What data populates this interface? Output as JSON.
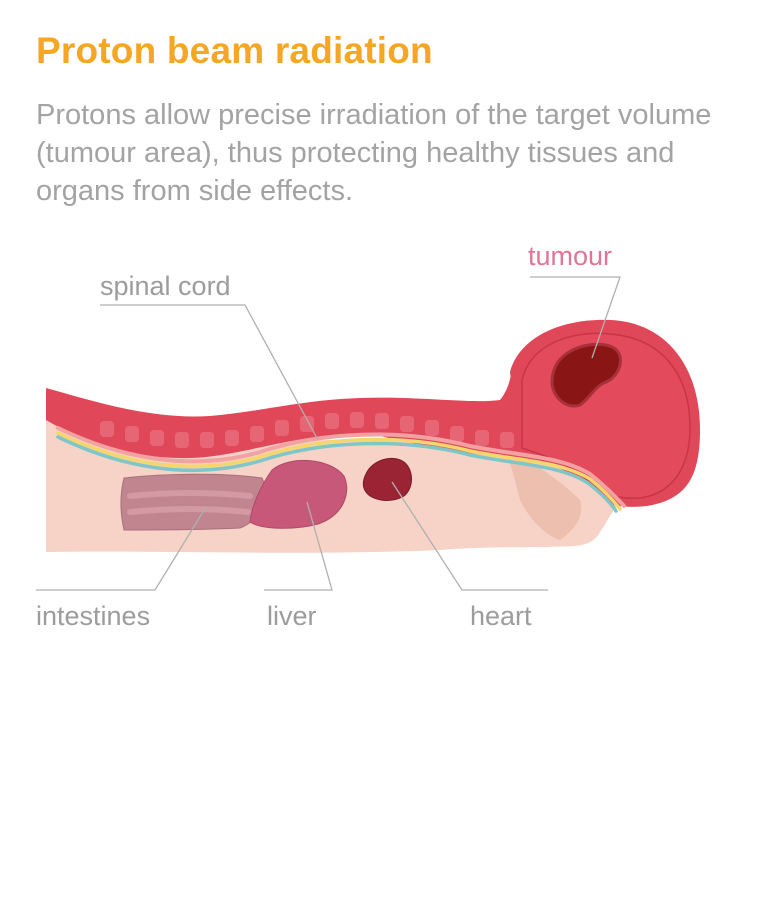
{
  "header": {
    "title": "Proton beam radiation",
    "subtitle": "Protons allow precise irradiation of the target volume (tumour area), thus protecting healthy tissues and organs from side effects."
  },
  "labels": {
    "tumour": "tumour",
    "spinal_cord": "spinal cord",
    "intestines": "intestines",
    "liver": "liver",
    "heart": "heart"
  },
  "colors": {
    "title": "#f5a623",
    "subtitle": "#a3a3a3",
    "label": "#9c9c9c",
    "tumour_label": "#e07595",
    "muscle": "#e0485a",
    "skin": "#f6d3c6",
    "tumour": "#8a1515"
  }
}
